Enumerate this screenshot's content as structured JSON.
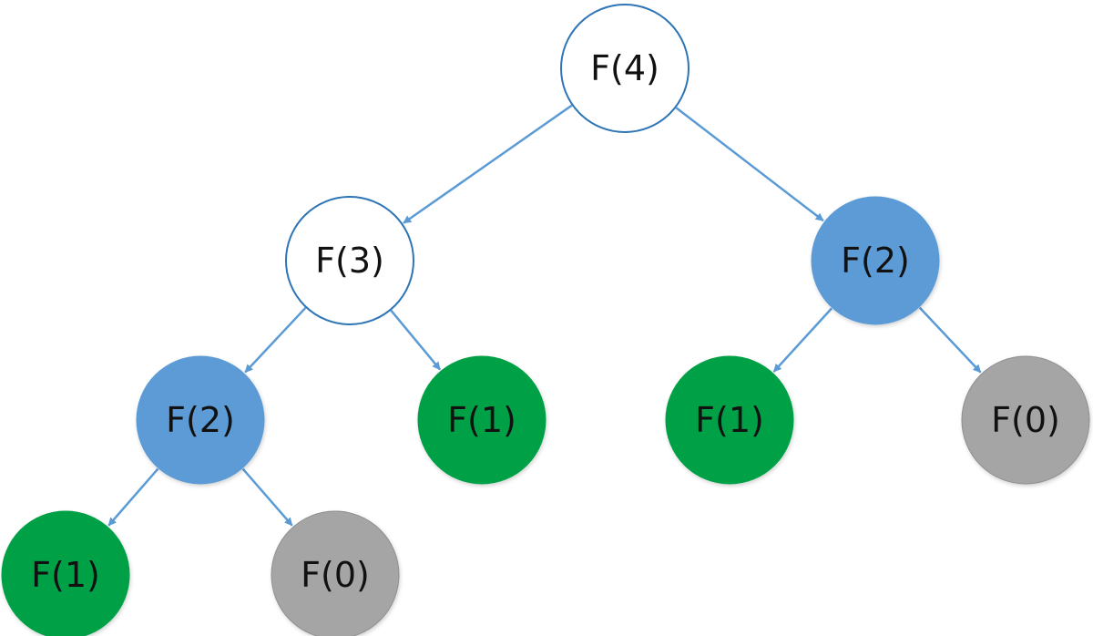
{
  "colors": {
    "edge": "#5b9bd5",
    "white_fill": "#ffffff",
    "white_stroke": "#2e75b6",
    "blue_fill": "#5b9bd5",
    "green_fill": "#00a046",
    "gray_fill": "#a5a5a5",
    "text": "#111111"
  },
  "nodes": {
    "root": {
      "label": "F(4)",
      "color": "white"
    },
    "left": {
      "label": "F(3)",
      "color": "white"
    },
    "right": {
      "label": "F(2)",
      "color": "blue"
    },
    "left_left": {
      "label": "F(2)",
      "color": "blue"
    },
    "left_right": {
      "label": "F(1)",
      "color": "green"
    },
    "right_left": {
      "label": "F(1)",
      "color": "green"
    },
    "right_right": {
      "label": "F(0)",
      "color": "gray"
    },
    "left_left_left": {
      "label": "F(1)",
      "color": "green"
    },
    "left_left_right": {
      "label": "F(0)",
      "color": "gray"
    }
  }
}
